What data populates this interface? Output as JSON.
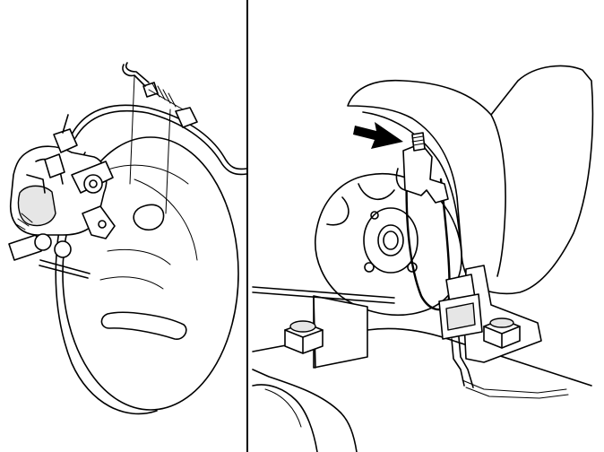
{
  "figure": {
    "left_panel": "parking-brake-caliper-with-cable",
    "right_panel": "brake-backing-plate-with-sensor-and-bolts",
    "callout": "arrow-pointing-to-fitting"
  },
  "colors": {
    "line": "#000000",
    "background": "#ffffff",
    "shade": "#e6e6e6"
  }
}
